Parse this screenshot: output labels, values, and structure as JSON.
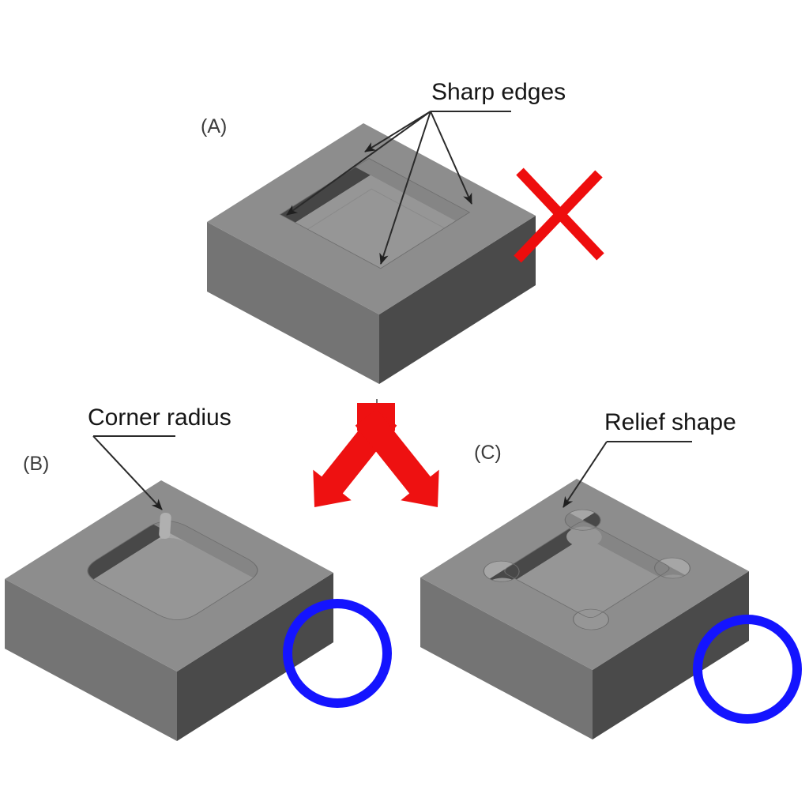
{
  "panels": [
    {
      "id": "A",
      "label": "(A)",
      "annotation": "Sharp edges",
      "verdict": "rejected"
    },
    {
      "id": "B",
      "label": "(B)",
      "annotation": "Corner radius",
      "verdict": "approved"
    },
    {
      "id": "C",
      "label": "(C)",
      "annotation": "Relief shape",
      "verdict": "approved"
    }
  ],
  "marks": {
    "reject_cross_color": "#ee0d0d",
    "approve_circle_color": "#1414ff",
    "split_arrow_color": "#ee1111"
  }
}
